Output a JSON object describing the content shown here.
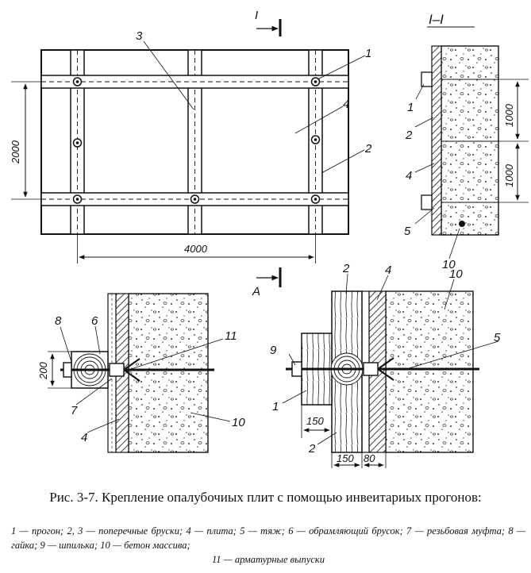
{
  "figure": {
    "section_mark": "I",
    "section_title": "I–I",
    "view_mark": "A",
    "dims": {
      "plan_height": "2000",
      "plan_width": "4000",
      "section_upper": "1000",
      "section_lower": "1000",
      "detail_left": "200",
      "detail_right_bottom": "150",
      "detail_right_a": "150",
      "detail_right_b": "80"
    },
    "callouts": {
      "plan": [
        "1",
        "2",
        "3",
        "4"
      ],
      "section": [
        "1",
        "2",
        "4",
        "5",
        "10"
      ],
      "detail_left": [
        "8",
        "6",
        "11",
        "7",
        "4",
        "10"
      ],
      "detail_right": [
        "2",
        "4",
        "10",
        "9",
        "5",
        "1",
        "2"
      ]
    }
  },
  "caption": {
    "title": "Рис. 3-7. Крепление опалубочиых плит с помощью инвеитариых прогонов:",
    "legend_line1": "1 — прогон; 2, 3 — поперечные бруски; 4 — плита; 5 — тяж; 6 — обрамляющий брусок; 7 — резьбовая муфта; 8 — гайка; 9 — шпилька; 10 — бетон массива;",
    "legend_line2": "11 — арматурные выпуски"
  }
}
